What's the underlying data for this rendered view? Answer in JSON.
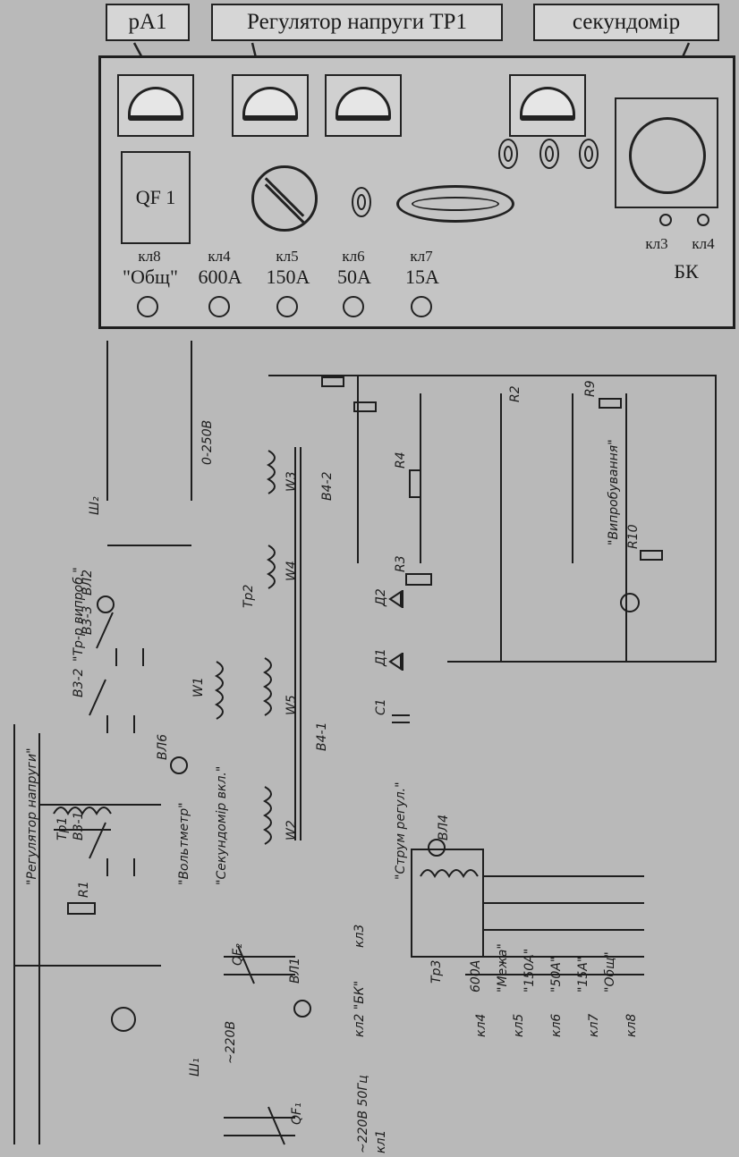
{
  "callouts": {
    "ammeter": "рА1",
    "regulator": "Регулятор напруги ТР1",
    "stopwatch": "секундомір"
  },
  "panel": {
    "breaker": "QF 1",
    "terminals": [
      {
        "name": "кл8",
        "value": "\"Общ\""
      },
      {
        "name": "кл4",
        "value": "600А"
      },
      {
        "name": "кл5",
        "value": "150А"
      },
      {
        "name": "кл6",
        "value": "50А"
      },
      {
        "name": "кл7",
        "value": "15А"
      }
    ],
    "bk": {
      "left": "кл3",
      "right": "кл4",
      "caption": "БК"
    }
  },
  "schematic": {
    "labels": {
      "voltage_range": "0-250В",
      "socket_w2": "Ш₂",
      "socket_w1": "Ш₁",
      "v220": "~220В",
      "v220_50": "~220В 50Гц",
      "tr1": "Тр1",
      "tr2": "Тр2",
      "tr3": "Тр3",
      "w1": "W1",
      "w2": "W2",
      "w3": "W3",
      "w4": "W4",
      "w5": "W5",
      "qf1": "QF₁",
      "qf2": "QF₂",
      "vl1": "ВЛ1",
      "vl2": "ВЛ2",
      "vl4": "ВЛ4",
      "vl6": "ВЛ6",
      "v3_1": "В3-1",
      "v3_2": "В3-2",
      "v3_3": "В3-3",
      "v4_1": "В4-1",
      "v4_2": "В4-2",
      "r1": "R1",
      "r2": "R2",
      "r3": "R3",
      "r4": "R4",
      "r9": "R9",
      "r10": "R10",
      "c1": "C1",
      "d1": "Д1",
      "d2": "Д2",
      "kl1": "кл1",
      "kl2": "кл2 \"БК\"",
      "kl3": "кл3",
      "kl4": "кл4",
      "kl5": "кл5",
      "kl6": "кл6",
      "kl7": "кл7",
      "kl8": "кл8",
      "t600": "600А",
      "t150": "\"150А\"",
      "t50": "\"50А\"",
      "t15": "\"15А\"",
      "tobsh": "\"Общ\"",
      "adjust": "\"Регулятор напруги\"",
      "voltmeter": "\"Вольтметр\"",
      "stopwatch_on": "\"Секундомір вкл.\"",
      "current_reg": "\"Струм регул.\"",
      "tr_tested": "\"Тр-р випроб.\"",
      "range_switch": "\"Межа\"",
      "test_mode": "\"Випробування\""
    }
  }
}
